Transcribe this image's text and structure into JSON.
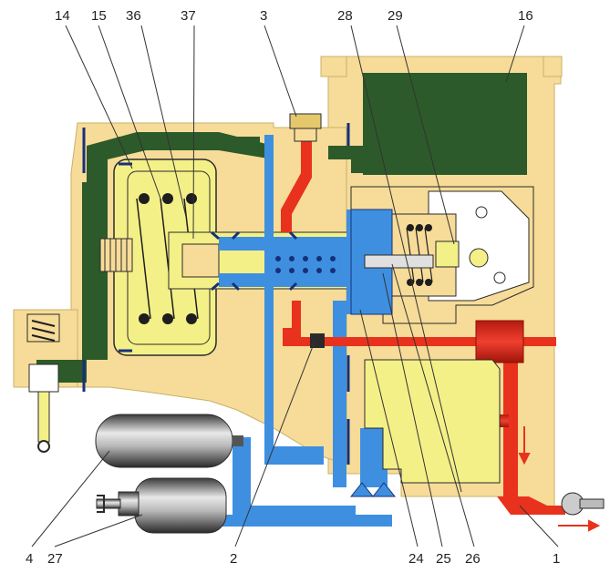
{
  "labels": {
    "l14": "14",
    "l15": "15",
    "l36": "36",
    "l37": "37",
    "l3": "3",
    "l28": "28",
    "l29": "29",
    "l16": "16",
    "l4": "4",
    "l27": "27",
    "l2": "2",
    "l24": "24",
    "l25": "25",
    "l26": "26",
    "l1": "1"
  },
  "colors": {
    "housing": "#f6dc98",
    "housing_edge": "#c9b06a",
    "chamber": "#f4f088",
    "dark_green": "#2d5a2a",
    "blue": "#3f8fe0",
    "red": "#e8321e",
    "dark_blue": "#16307a",
    "spring": "#1e1e1e",
    "cylinder": "#9a9a9a"
  }
}
